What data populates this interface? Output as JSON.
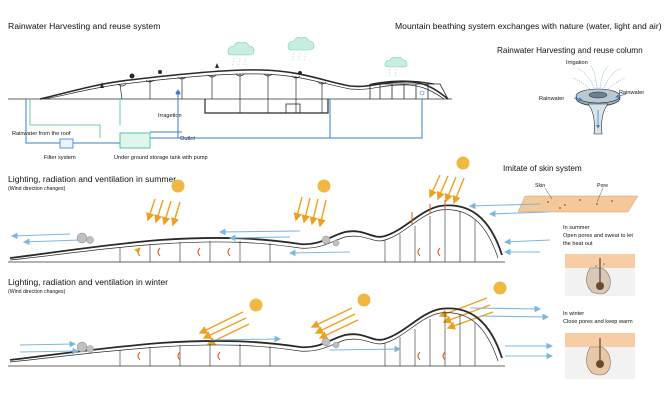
{
  "titles": {
    "rainwater_system": "Rainwater Harvesting and reuse system",
    "mountain_breathing": "Mountain beathing system exchanges with nature (water, light and air)",
    "rainwater_column": "Rainwater Harvesting and reuse column",
    "skin_system": "Imitate of skin system",
    "summer": "Lighting, radiation and ventilation in summer",
    "summer_sub": "(Wind direction changes)",
    "winter": "Lighting, radiation and ventilation in winter",
    "winter_sub": "(Wind direction changes)"
  },
  "labels": {
    "irrigation_main": "Irragetion",
    "outlet": "Outlet",
    "rainwater_from_roof": "Rainwater from the roof",
    "filter_system": "Filter system",
    "storage_tank": "Under ground storage tank with pump",
    "column_irrigation": "Irrigation",
    "column_rainwater_left": "Rainwater",
    "column_rainwater_right": "Rainwater",
    "skin": "Skin",
    "pore": "Pore",
    "in_summer": "In summer",
    "summer_desc_1": "Open pores and sweat to let",
    "summer_desc_2": "the heat out",
    "in_winter": "In winter",
    "winter_desc": "Close pores and keep warm"
  },
  "colors": {
    "water": "#3a7fd0",
    "outline": "#2a2a2a",
    "sun": "#f0b840",
    "light_ray": "#f0a020",
    "wind": "#7ab8e0",
    "heat": "#e05a20",
    "skin": "#f5c89a",
    "cloud": "#a0e0c8",
    "green_pipe": "#40c0a0"
  }
}
